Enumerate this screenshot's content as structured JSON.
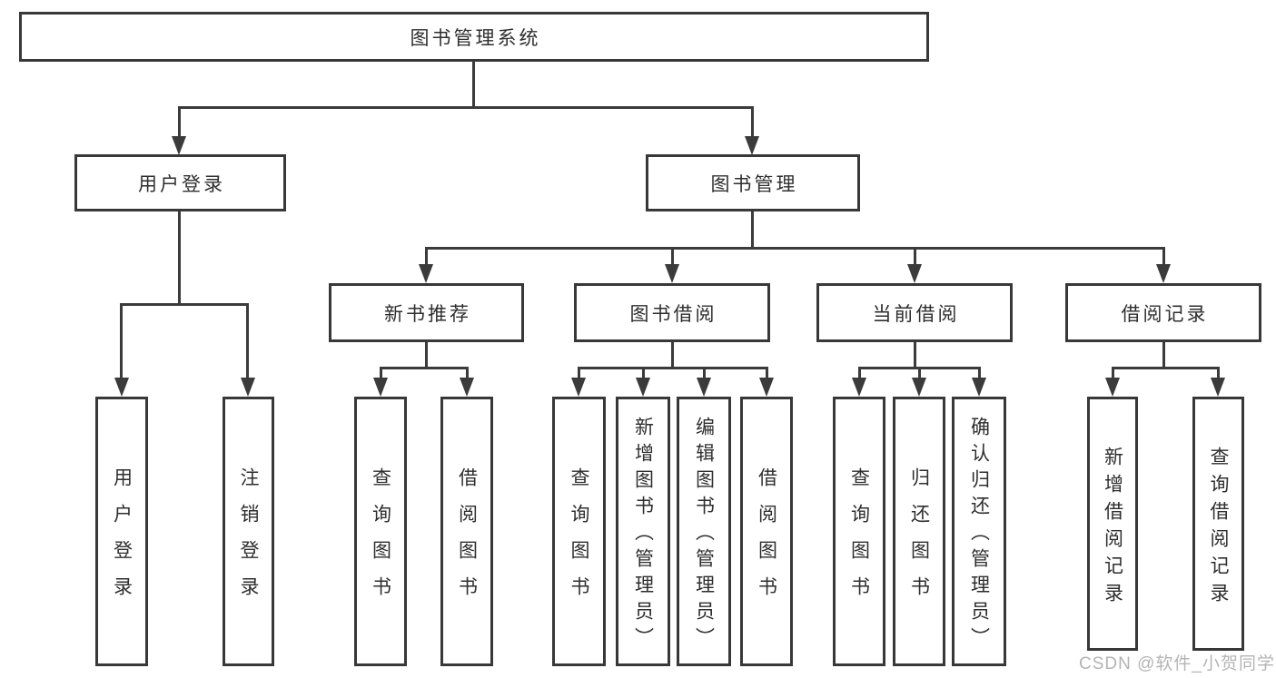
{
  "tree": {
    "root": {
      "label": "图书管理系统"
    },
    "login": {
      "label": "用户登录",
      "children": [
        {
          "label": "用户登录"
        },
        {
          "label": "注销登录"
        }
      ]
    },
    "management": {
      "label": "图书管理",
      "sections": [
        {
          "label": "新书推荐",
          "children": [
            {
              "label": "查询图书"
            },
            {
              "label": "借阅图书"
            }
          ]
        },
        {
          "label": "图书借阅",
          "children": [
            {
              "label": "查询图书"
            },
            {
              "label": "新增图书（管理员）"
            },
            {
              "label": "编辑图书（管理员）"
            },
            {
              "label": "借阅图书"
            }
          ]
        },
        {
          "label": "当前借阅",
          "children": [
            {
              "label": "查询图书"
            },
            {
              "label": "归还图书"
            },
            {
              "label": "确认归还（管理员）"
            }
          ]
        },
        {
          "label": "借阅记录",
          "children": [
            {
              "label": "新增借阅记录"
            },
            {
              "label": "查询借阅记录"
            }
          ]
        }
      ]
    }
  },
  "watermark": {
    "text": "CSDN @软件_小贺同学"
  },
  "colors": {
    "line": "#3b3b3b",
    "box_border": "#383838",
    "text": "#2e2e2e",
    "watermark": "#b4b4b4",
    "background": "#ffffff"
  }
}
